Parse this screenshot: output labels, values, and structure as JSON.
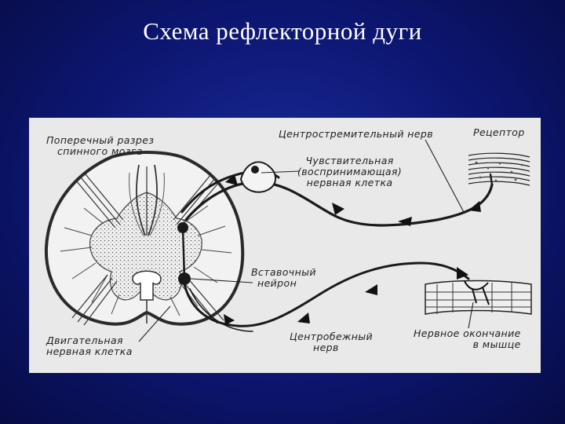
{
  "slide": {
    "title": "Схема рефлекторной дуги"
  },
  "diagram": {
    "labels": {
      "cross_section": [
        "Поперечный разрез",
        "спинного мозга"
      ],
      "afferent_nerve": "Центростремительный нерв",
      "receptor": "Рецептор",
      "sensory_cell": [
        "Чувствительная",
        "(воспринимающая)",
        "нервная клетка"
      ],
      "interneuron": [
        "Вставочный",
        "нейрон"
      ],
      "motor_cell": [
        "Двигательная",
        "нервная клетка"
      ],
      "efferent_nerve": [
        "Центробежный",
        "нерв"
      ],
      "nerve_ending": [
        "Нервное окончание",
        "в мышце"
      ]
    }
  }
}
